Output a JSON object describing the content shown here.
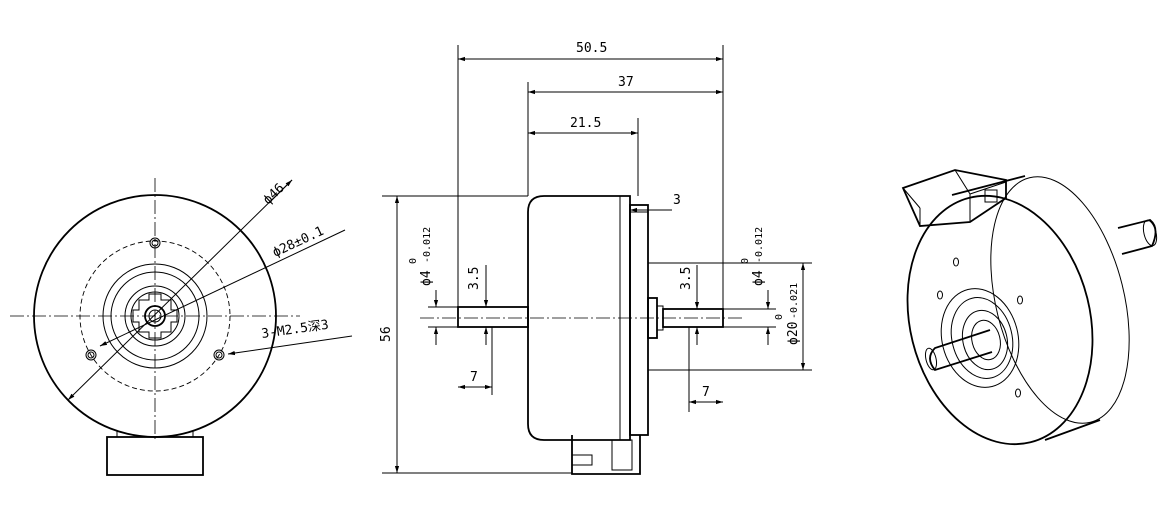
{
  "dimensions": {
    "overall_length": "50.5",
    "to_mount": "37",
    "body_depth": "21.5",
    "flange": "3",
    "height": "56",
    "front_shaft_len": "7",
    "rear_shaft_len": "7",
    "front_step": "3.5",
    "rear_step": "3.5",
    "front_shaft_dia": "ϕ4",
    "front_shaft_tol_upper": "0",
    "front_shaft_tol_lower": "-0.012",
    "rear_shaft_dia": "ϕ4",
    "rear_shaft_tol_upper": "0",
    "rear_shaft_tol_lower": "-0.012",
    "pilot_dia": "ϕ20",
    "pilot_tol_upper": "0",
    "pilot_tol_lower": "-0.021",
    "outer_dia": "ϕ46",
    "bolt_circle": "ϕ28±0.1",
    "holes": "3-M2.5深3"
  }
}
